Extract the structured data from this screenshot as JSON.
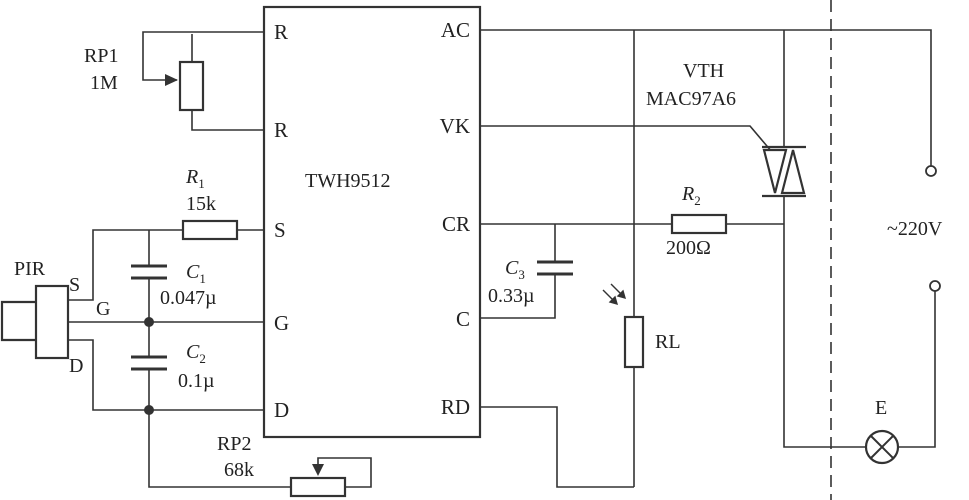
{
  "ic": {
    "name": "TWH9512",
    "pins_left": [
      "R",
      "R",
      "S",
      "G",
      "D"
    ],
    "pins_right": [
      "AC",
      "VK",
      "CR",
      "C",
      "RD"
    ]
  },
  "rp1": {
    "name": "RP1",
    "value": "1M"
  },
  "r1": {
    "letter": "R",
    "sub": "1",
    "value": "15k"
  },
  "c1": {
    "letter": "C",
    "sub": "1",
    "value": "0.047µ"
  },
  "c2": {
    "letter": "C",
    "sub": "2",
    "value": "0.1µ"
  },
  "pir": {
    "name": "PIR",
    "pins": [
      "S",
      "G",
      "D"
    ]
  },
  "rp2": {
    "name": "RP2",
    "value": "68k"
  },
  "c3": {
    "letter": "C",
    "sub": "3",
    "value": "0.33µ"
  },
  "r2": {
    "letter": "R",
    "sub": "2",
    "value": "200Ω"
  },
  "rl": {
    "name": "RL"
  },
  "vth": {
    "name": "VTH",
    "part": "MAC97A6"
  },
  "supply": {
    "label": "~220V"
  },
  "lamp": {
    "name": "E"
  }
}
